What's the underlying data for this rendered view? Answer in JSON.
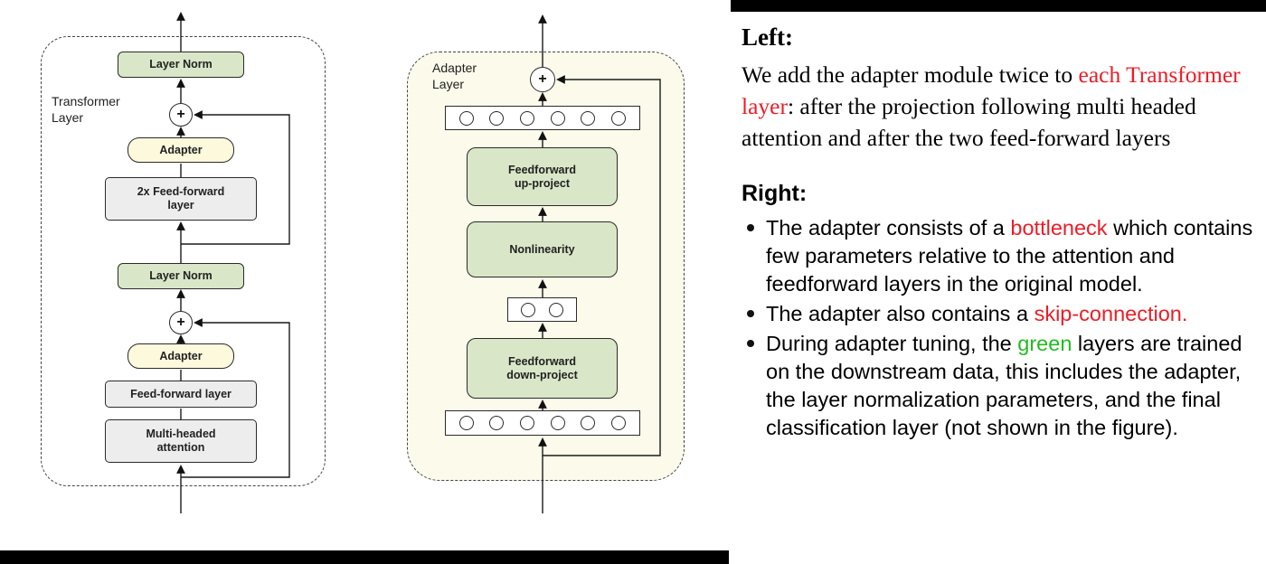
{
  "colors": {
    "red": "#ee1c25",
    "green": "#22bb22",
    "box_green": "#d9e7c8",
    "box_yellow": "#fdf9dc",
    "box_grey": "#ededed",
    "panel_yellow": "#fcfaea"
  },
  "transformer_diagram": {
    "label_line1": "Transformer",
    "label_line2": "Layer",
    "plus": "+",
    "layer_norm_top": "Layer Norm",
    "adapter_top": "Adapter",
    "ff2x_line1": "2x Feed-forward",
    "ff2x_line2": "layer",
    "layer_norm_bottom": "Layer Norm",
    "adapter_bottom": "Adapter",
    "feed_forward": "Feed-forward layer",
    "mha_line1": "Multi-headed",
    "mha_line2": "attention"
  },
  "adapter_diagram": {
    "label_line1": "Adapter",
    "label_line2": "Layer",
    "plus": "+",
    "ff_up_line1": "Feedforward",
    "ff_up_line2": "up-project",
    "nonlinearity": "Nonlinearity",
    "ff_down_line1": "Feedforward",
    "ff_down_line2": "down-project"
  },
  "text_panel": {
    "left_heading": "Left:",
    "left_para": [
      "We add the adapter module twice to ",
      "each Transformer layer",
      ": after the projection following multi headed attention and after the two feed-forward layers"
    ],
    "right_heading": "Right:",
    "bullet1": [
      "The adapter consists of a ",
      "bottleneck",
      " which contains few parameters relative to the attention and feedforward layers in the original model."
    ],
    "bullet2": [
      "The adapter also contains a ",
      "skip-connection."
    ],
    "bullet3": [
      "During adapter tuning, the ",
      "green",
      " layers are trained on the downstream data, this includes the adapter, the layer normalization parameters, and the final classification layer (not shown in the figure)."
    ]
  }
}
